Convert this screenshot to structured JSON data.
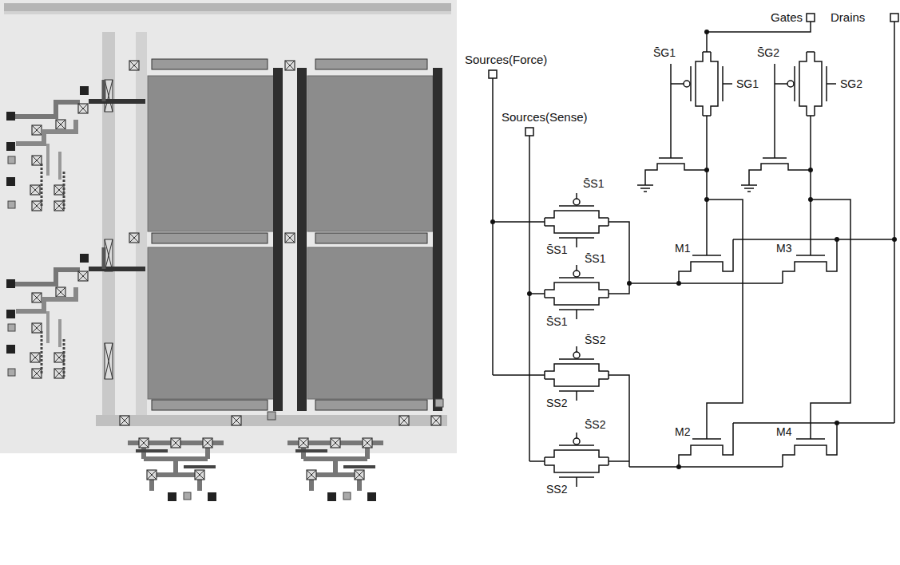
{
  "diagram": {
    "labels": [
      "Gates",
      "Drains",
      "Sources(Force)",
      "Sources(Sense)",
      "S̄G1",
      "SG1",
      "S̄G2",
      "SG2",
      "S̄S1",
      "M1",
      "M3",
      "S̄S1",
      "S̄S1",
      "S̄S1",
      "S̄S2",
      "M2",
      "M4",
      "SS2",
      "S̄S2",
      "SS2"
    ]
  }
}
